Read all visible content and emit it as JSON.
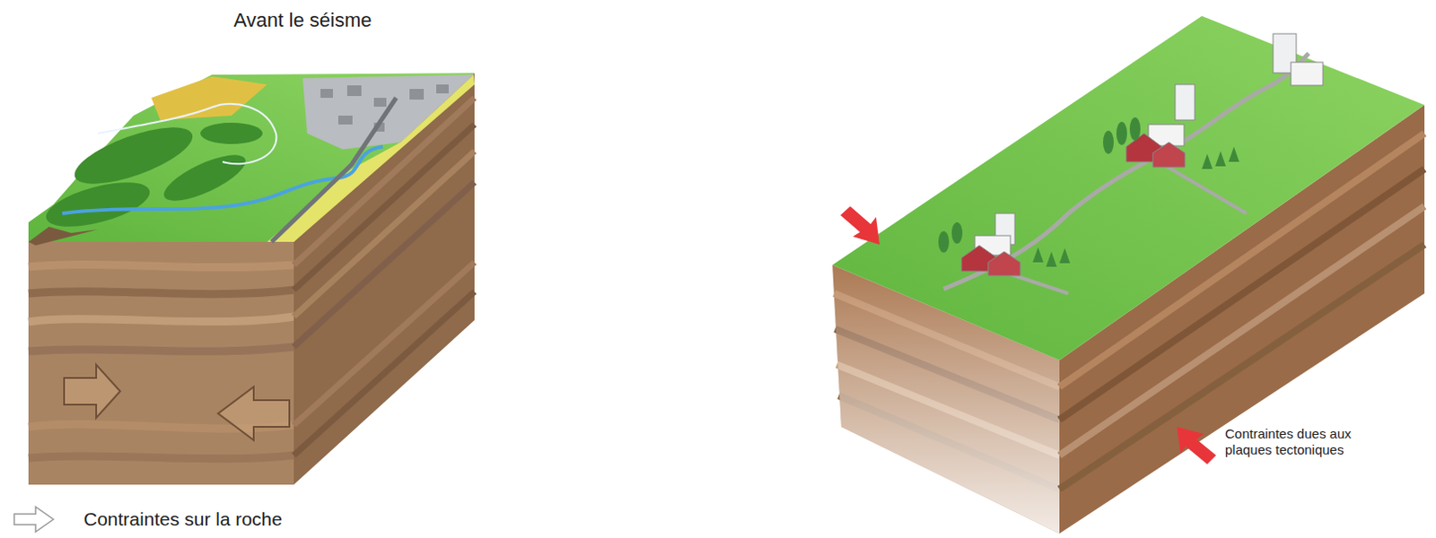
{
  "diagram": {
    "title": "Avant le séisme",
    "labels": [
      "Contraintes dues aux plaques tectoniques"
    ],
    "legend": [
      {
        "text": "Contraintes sur la roche"
      }
    ]
  }
}
